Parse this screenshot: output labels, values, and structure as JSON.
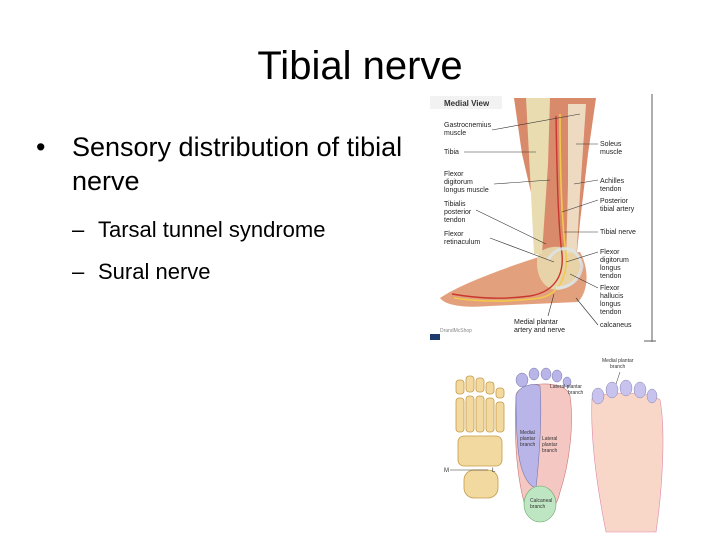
{
  "slide": {
    "title": "Tibial nerve"
  },
  "bullets": {
    "main": "Sensory distribution of tibial nerve",
    "subs": [
      "Tarsal tunnel syndrome",
      "Sural nerve"
    ]
  },
  "figure_medial": {
    "heading": "Medial View",
    "left_labels": {
      "gastrocnemius": [
        "Gastrocnemius",
        "muscle"
      ],
      "tibia": [
        "Tibia"
      ],
      "fdl_muscle": [
        "Flexor",
        "digitorum",
        "longus muscle"
      ],
      "tib_post": [
        "Tibialis",
        "posterior",
        "tendon"
      ],
      "flexor_ret": [
        "Flexor",
        "retinaculum"
      ]
    },
    "right_labels": {
      "soleus": [
        "Soleus",
        "muscle"
      ],
      "achilles": [
        "Achilles",
        "tendon"
      ],
      "post_tib_artery": [
        "Posterior",
        "tibial artery"
      ],
      "tibial_nerve": [
        "Tibial nerve"
      ],
      "fdl_tendon": [
        "Flexor",
        "digitorum",
        "longus",
        "tendon"
      ],
      "fhl_tendon": [
        "Flexor",
        "hallucis",
        "longus",
        "tendon"
      ],
      "calcaneus": [
        "calcaneus"
      ]
    },
    "bottom_label": [
      "Medial plantar",
      "artery and nerve"
    ],
    "watermark": "DrandMcShop"
  },
  "figure_sole": {
    "medial_plantar_branch": [
      "Medial plantar",
      "branch"
    ],
    "lateral_plantar_branch": [
      "Lateral plantar",
      "branch"
    ],
    "medial_plantar_region": [
      "Medial",
      "plantar",
      "branch"
    ],
    "lateral_plantar_region": [
      "Lateral",
      "plantar",
      "branch"
    ],
    "calcaneal_branch": [
      "Calcaneal",
      "branch"
    ],
    "axis_m": "M",
    "axis_l": "L"
  },
  "colors": {
    "leg_muscle": "#d88a6a",
    "tendon": "#e9dcb0",
    "bone": "#f2d9a0",
    "nerve": "#f2c94c",
    "artery": "#c8372d",
    "sole_medial": "#b9b5e8",
    "sole_lateral": "#f5c7c2",
    "sole_calcaneal": "#bfe6c2",
    "skin": "#f9d7c8"
  }
}
